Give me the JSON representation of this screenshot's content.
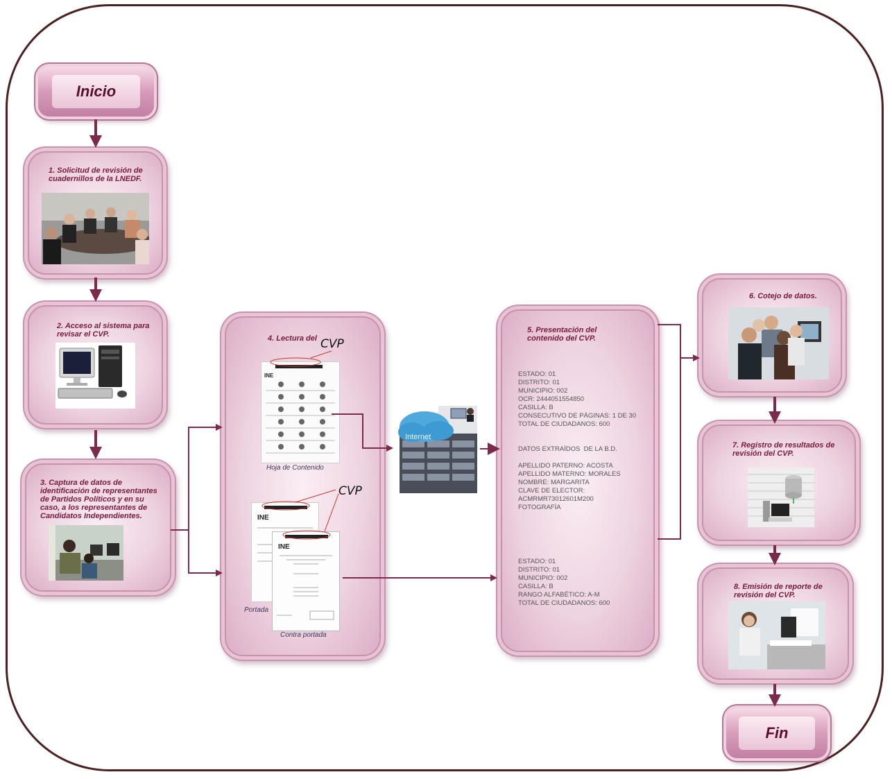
{
  "start": {
    "label": "Inicio"
  },
  "end": {
    "label": "Fin"
  },
  "steps": {
    "s1": "1. Solicitud de revisión de cuadernillos de la  LNEDF.",
    "s2": "2. Acceso al sistema para revisar el CVP.",
    "s3": "3. Captura de datos de identificación de representantes de Partidos Políticos y en su caso, a los representantes de Candidatos Independientes.",
    "s4": "4. Lectura del",
    "s5": "5. Presentación del contenido del CVP.",
    "s6": "6. Cotejo de datos.",
    "s7": "7. Registro de resultados de revisión del CVP.",
    "s8": "8. Emisión de reporte de revisión del CVP."
  },
  "reading": {
    "cvp_label_top": "CVP",
    "cvp_label_bottom": "CVP",
    "caption_content": "Hoja de Contenido",
    "caption_cover": "Portada",
    "caption_backcover": "Contra portada",
    "ine_logo_text": "INE"
  },
  "cloud": {
    "label": "Internet"
  },
  "content": {
    "block1": "ESTADO: 01\nDISTRITO: 01\nMUNICIPIO: 002\nOCR: 2444051554850\nCASILLA: B\nCONSECUTIVO DE PÁGINAS: 1 DE 30\nTOTAL DE CIUDADANOS: 600",
    "block2": "DATOS EXTRAÍDOS  DE LA B.D.\n\nAPELLIDO PATERNO: ACOSTA\nAPELLIDO MATERNO: MORALES\nNOMBRE: MARGARITA\nCLAVE DE ELECTOR:\nACMRMR73012601M200\nFOTOGRAFÍA",
    "block3": "ESTADO: 01\nDISTRITO: 01\nMUNICIPIO: 002\nCASILLA: B\nRANGO ALFABÉTICO: A-M\nTOTAL DE CIUDADANOS: 600"
  },
  "colors": {
    "arrow": "#7b2a4c",
    "frame": "#4a2020",
    "title_text": "#7a1a3a"
  }
}
